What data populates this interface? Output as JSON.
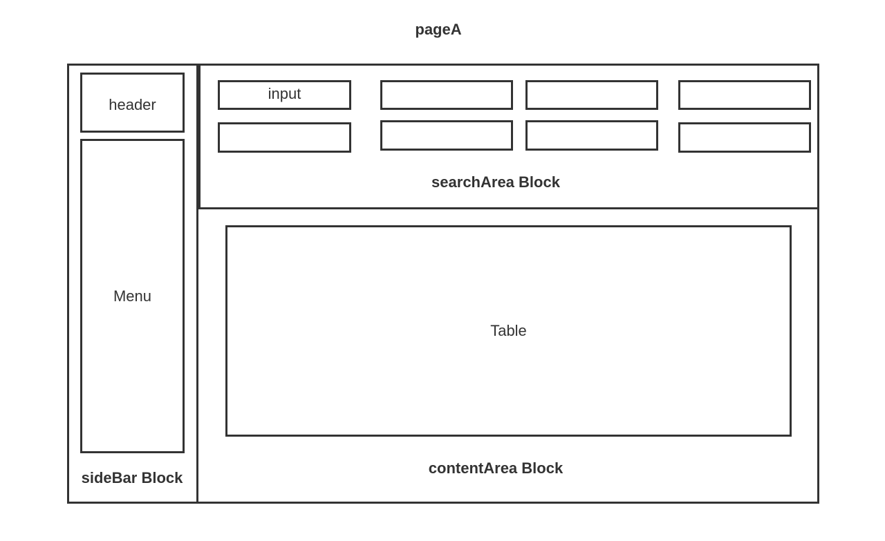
{
  "page": {
    "title": "pageA"
  },
  "sidebar": {
    "label": "sideBar Block",
    "header_label": "header",
    "menu_label": "Menu"
  },
  "search_area": {
    "label": "searchArea Block",
    "first_input_label": "input"
  },
  "content_area": {
    "label": "contentArea Block",
    "table_label": "Table"
  },
  "colors": {
    "stroke": "#333333",
    "background": "#ffffff"
  }
}
